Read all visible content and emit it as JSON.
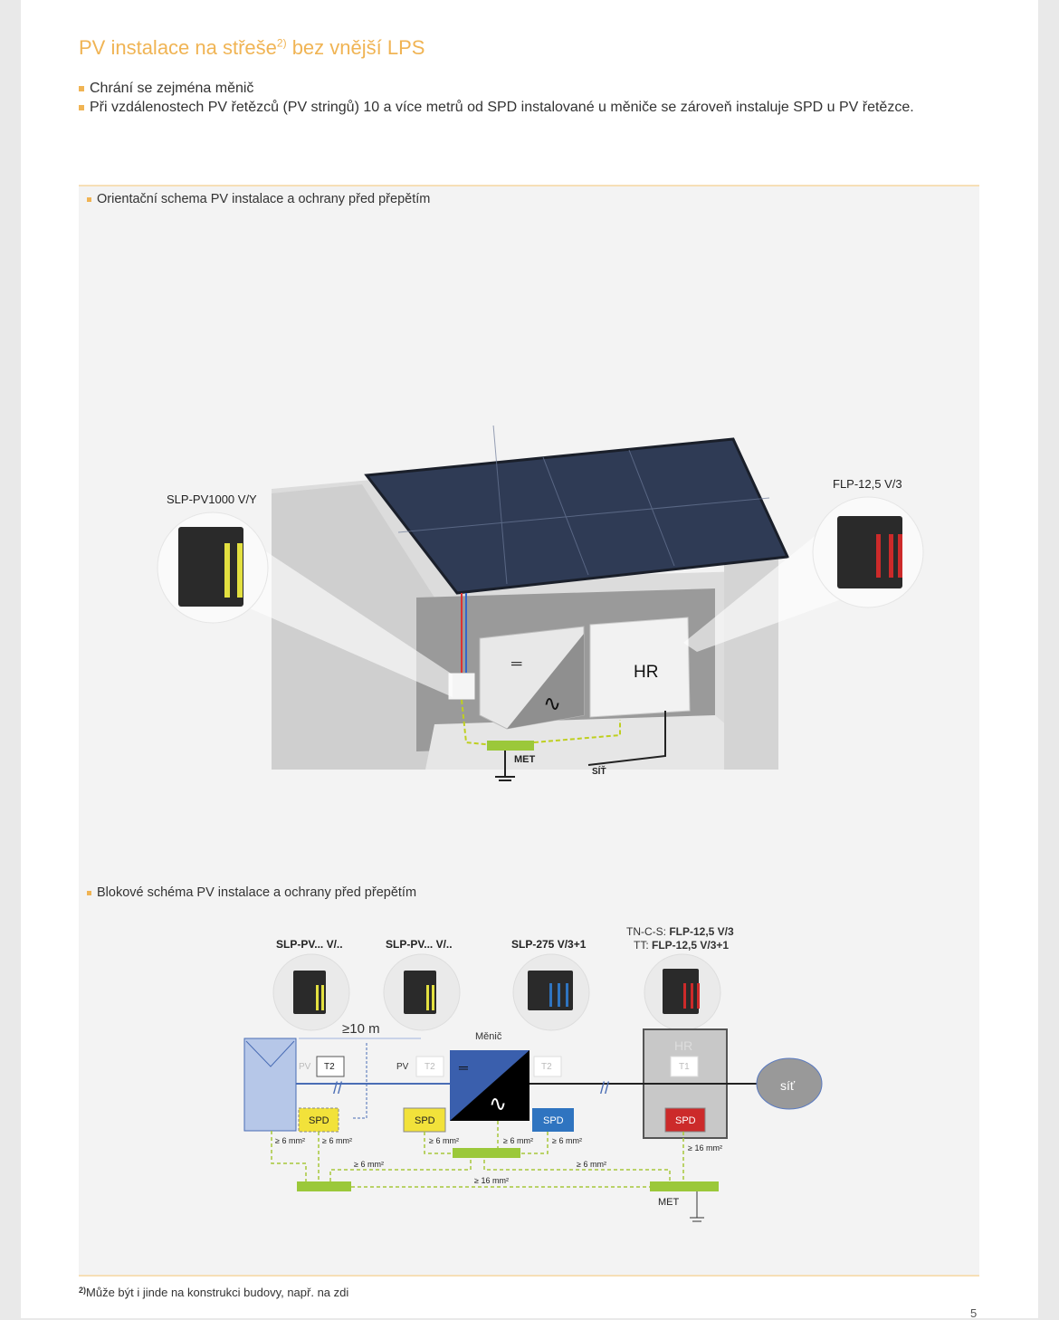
{
  "title": {
    "main": "PV instalace na střeše",
    "sup": "2)",
    "rest": " bez vnější LPS"
  },
  "bullets": [
    "Chrání se zejména měnič",
    "Při vzdálenostech PV řetězců (PV stringů) 10 a více metrů od SPD instalované u měniče se zároveň instaluje SPD u PV řetězce."
  ],
  "orientation": {
    "caption": "Orientační schema PV instalace a ochrany před přepětím",
    "product_left": "SLP-PV1000 V/Y",
    "product_right": "FLP-12,5 V/3",
    "hr_label": "HR",
    "met_label": "MET",
    "grid_label": "SÍŤ"
  },
  "block": {
    "caption": "Blokové schéma PV instalace a ochrany před přepětím",
    "products": [
      "SLP-PV... V/..",
      "SLP-PV... V/..",
      "SLP-275 V/3+1"
    ],
    "product4_line1_prefix": "TN-C-S: ",
    "product4_line1": "FLP-12,5 V/3",
    "product4_line2_prefix": "TT: ",
    "product4_line2": "FLP-12,5 V/3+1",
    "distance": "≥10 m",
    "inverter": "Měnič",
    "pv": "PV",
    "t2": "T2",
    "t1": "T1",
    "hr": "HR",
    "spd": "SPD",
    "grid": "síť",
    "met": "MET",
    "cs6": "≥ 6 mm²",
    "cs16": "≥ 16 mm²"
  },
  "footnote": {
    "mark": "2)",
    "text": "Může být i jinde na konstrukci budovy, např. na zdi"
  },
  "page_number": "5",
  "colors": {
    "accent": "#f0b454",
    "spd_yellow": "#f2e23a",
    "spd_blue": "#2f74c0",
    "spd_red": "#cc2a2a",
    "ground": "#7ab83a"
  }
}
